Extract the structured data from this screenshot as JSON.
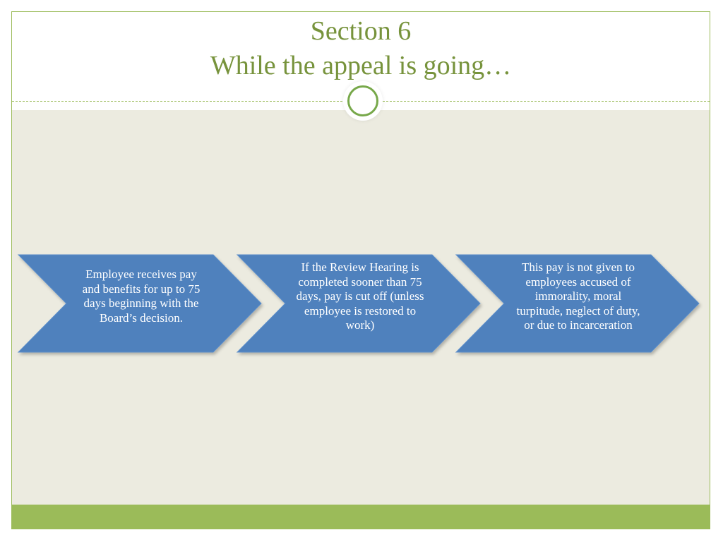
{
  "slide": {
    "title_line1": "Section 6",
    "title_line2": "While the appeal is going…"
  },
  "process": {
    "steps": [
      {
        "text": "Employee receives pay and benefits for up to 75 days beginning with the Board’s decision."
      },
      {
        "text": "If the Review Hearing is completed sooner than 75 days, pay is cut off (unless employee is restored to work)"
      },
      {
        "text": "This pay is not given to employees accused of immorality, moral turpitude, neglect of duty, or due to incarceration"
      }
    ]
  },
  "colors": {
    "accent_green": "#9bbb59",
    "title_green": "#77933c",
    "chevron_blue": "#4f81bd",
    "content_bg": "#ecebe0"
  }
}
